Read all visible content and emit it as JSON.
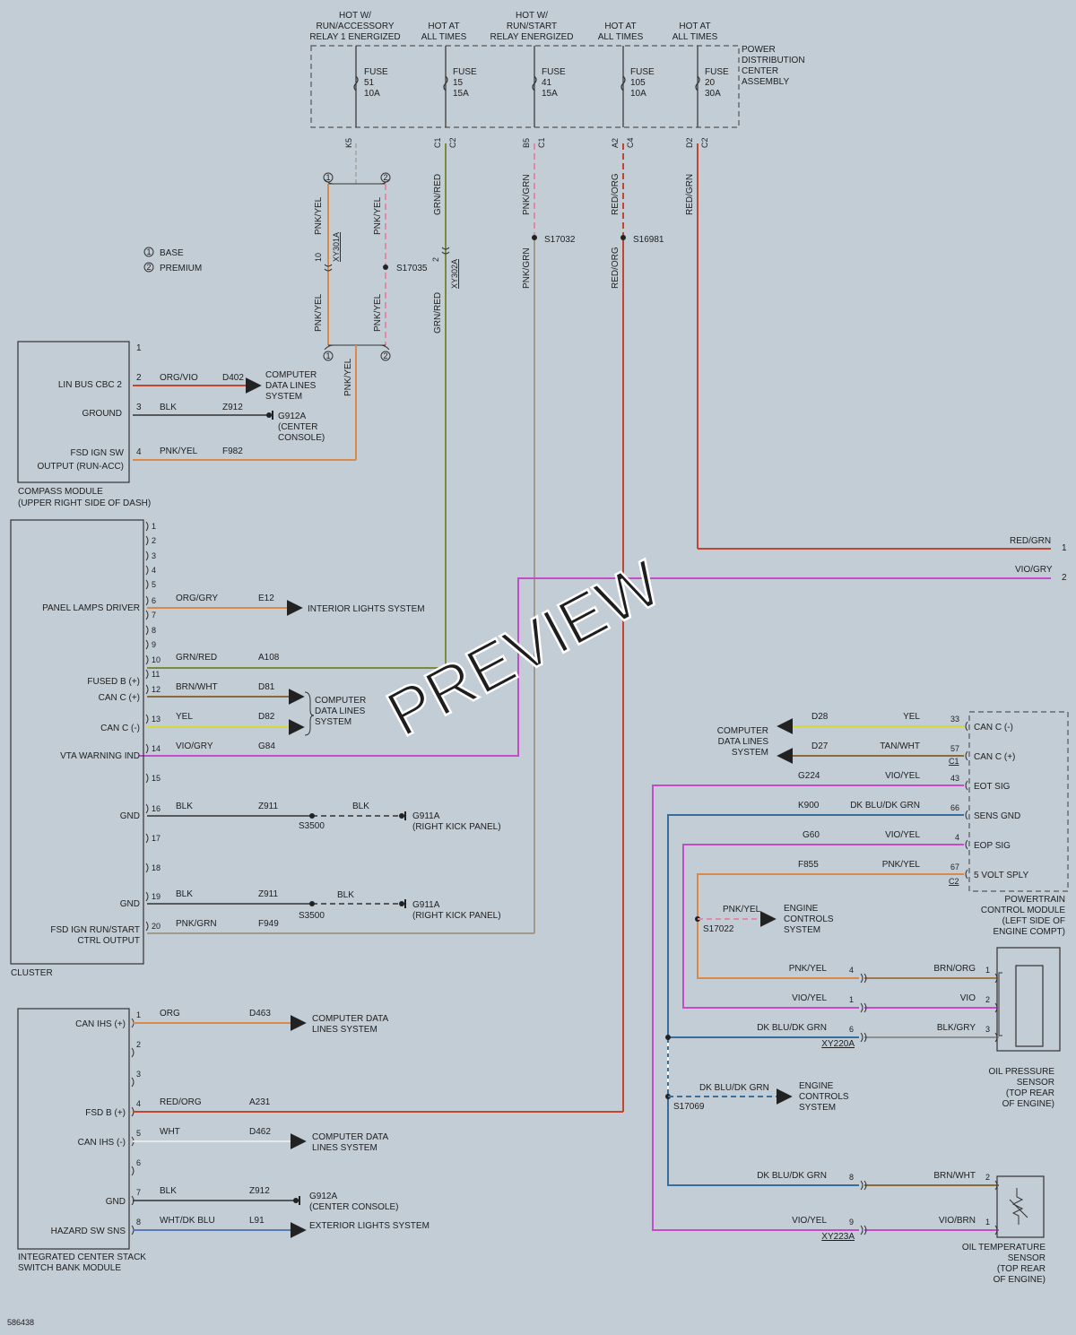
{
  "pdc": {
    "name": [
      "POWER",
      "DISTRIBUTION",
      "CENTER",
      "ASSEMBLY"
    ],
    "fuses": [
      {
        "header": [
          "HOT W/",
          "RUN/ACCESSORY",
          "RELAY 1 ENERGIZED"
        ],
        "label": [
          "FUSE",
          "51",
          "10A"
        ],
        "pins": [
          "K5"
        ]
      },
      {
        "header": [
          "HOT AT",
          "ALL TIMES"
        ],
        "label": [
          "FUSE",
          "15",
          "15A"
        ],
        "pins": [
          "C1",
          "C2"
        ]
      },
      {
        "header": [
          "HOT W/",
          "RUN/START",
          "RELAY ENERGIZED"
        ],
        "label": [
          "FUSE",
          "41",
          "15A"
        ],
        "pins": [
          "B5",
          "C1"
        ]
      },
      {
        "header": [
          "HOT AT",
          "ALL TIMES"
        ],
        "label": [
          "FUSE",
          "105",
          "10A"
        ],
        "pins": [
          "A2",
          "C4"
        ]
      },
      {
        "header": [
          "HOT AT",
          "ALL TIMES"
        ],
        "label": [
          "FUSE",
          "20",
          "30A"
        ],
        "pins": [
          "D2",
          "C2"
        ]
      }
    ]
  },
  "legend": [
    {
      "num": "1",
      "text": "BASE"
    },
    {
      "num": "2",
      "text": "PREMIUM"
    }
  ],
  "vertical_wires": {
    "pnk_yel": "PNK/YEL",
    "grn_red": "GRN/RED",
    "pnk_grn": "PNK/GRN",
    "red_org": "RED/ORG",
    "red_grn": "RED/GRN",
    "xy301a": "XY301A",
    "xy302a": "XY302A",
    "pin10": "10",
    "pin2": "2"
  },
  "splices": {
    "s17035": "S17035",
    "s17032": "S17032",
    "s16981": "S16981",
    "s3500": "S3500",
    "s17022": "S17022",
    "s17069": "S17069"
  },
  "compass": {
    "name": [
      "COMPASS MODULE",
      "(UPPER RIGHT SIDE OF DASH)"
    ],
    "pins": [
      {
        "pin": "1",
        "label": [],
        "color": "",
        "circuit": "",
        "dest": []
      },
      {
        "pin": "2",
        "label": [
          "LIN BUS CBC 2"
        ],
        "color": "ORG/VIO",
        "circuit": "D402",
        "dest": [
          "COMPUTER",
          "DATA LINES",
          "SYSTEM"
        ]
      },
      {
        "pin": "3",
        "label": [
          "GROUND"
        ],
        "color": "BLK",
        "circuit": "Z912",
        "dest": [
          "G912A",
          "(CENTER",
          "CONSOLE)"
        ]
      },
      {
        "pin": "4",
        "label": [
          "FSD IGN SW",
          "OUTPUT (RUN-ACC)"
        ],
        "color": "PNK/YEL",
        "circuit": "F982",
        "dest": []
      }
    ]
  },
  "cluster": {
    "name": "CLUSTER",
    "pins": [
      {
        "pin": "1",
        "label": [],
        "color": "",
        "circuit": ""
      },
      {
        "pin": "2",
        "label": [],
        "color": "",
        "circuit": ""
      },
      {
        "pin": "3",
        "label": [],
        "color": "",
        "circuit": ""
      },
      {
        "pin": "4",
        "label": [],
        "color": "",
        "circuit": ""
      },
      {
        "pin": "5",
        "label": [],
        "color": "",
        "circuit": ""
      },
      {
        "pin": "6",
        "label": [
          "PANEL LAMPS DRIVER"
        ],
        "color": "ORG/GRY",
        "circuit": "E12"
      },
      {
        "pin": "7",
        "label": [],
        "color": "",
        "circuit": ""
      },
      {
        "pin": "8",
        "label": [],
        "color": "",
        "circuit": ""
      },
      {
        "pin": "9",
        "label": [],
        "color": "",
        "circuit": ""
      },
      {
        "pin": "10",
        "label": [],
        "color": "GRN/RED",
        "circuit": "A108"
      },
      {
        "pin": "11",
        "label": [
          "FUSED B (+)"
        ],
        "color": "",
        "circuit": ""
      },
      {
        "pin": "12",
        "label": [
          "CAN C (+)"
        ],
        "color": "BRN/WHT",
        "circuit": "D81"
      },
      {
        "pin": "13",
        "label": [
          "CAN C (-)"
        ],
        "color": "YEL",
        "circuit": "D82"
      },
      {
        "pin": "14",
        "label": [
          "VTA WARNING IND"
        ],
        "color": "VIO/GRY",
        "circuit": "G84"
      },
      {
        "pin": "15",
        "label": [],
        "color": "",
        "circuit": ""
      },
      {
        "pin": "16",
        "label": [
          "GND"
        ],
        "color": "BLK",
        "circuit": "Z911"
      },
      {
        "pin": "17",
        "label": [],
        "color": "",
        "circuit": ""
      },
      {
        "pin": "18",
        "label": [],
        "color": "",
        "circuit": ""
      },
      {
        "pin": "19",
        "label": [
          "GND"
        ],
        "color": "BLK",
        "circuit": "Z911"
      },
      {
        "pin": "20",
        "label": [
          "FSD IGN RUN/START",
          "CTRL OUTPUT"
        ],
        "color": "PNK/GRN",
        "circuit": "F949"
      }
    ],
    "dest_lights": "INTERIOR LIGHTS SYSTEM",
    "dest_can": [
      "COMPUTER",
      "DATA LINES",
      "SYSTEM"
    ],
    "blk": "BLK",
    "g911a": [
      "G911A",
      "(RIGHT KICK PANEL)"
    ]
  },
  "right_outputs": [
    {
      "color": "RED/GRN",
      "pin": "1"
    },
    {
      "color": "VIO/GRY",
      "pin": "2"
    }
  ],
  "pcm": {
    "name": [
      "POWERTRAIN",
      "CONTROL MODULE",
      "(LEFT SIDE OF",
      "ENGINE COMPT)"
    ],
    "dest": [
      "COMPUTER",
      "DATA LINES",
      "SYSTEM"
    ],
    "c1": "C1",
    "c2": "C2",
    "pins": [
      {
        "pin": "33",
        "label": "CAN C (-)",
        "color": "YEL",
        "circuit": "D28"
      },
      {
        "pin": "57",
        "label": "CAN C (+)",
        "color": "TAN/WHT",
        "circuit": "D27"
      },
      {
        "pin": "43",
        "label": "EOT SIG",
        "color": "VIO/YEL",
        "circuit": "G224"
      },
      {
        "pin": "66",
        "label": "SENS GND",
        "color": "DK BLU/DK GRN",
        "circuit": "K900"
      },
      {
        "pin": "4",
        "label": "EOP SIG",
        "color": "VIO/YEL",
        "circuit": "G60"
      },
      {
        "pin": "67",
        "label": "5 VOLT SPLY",
        "color": "PNK/YEL",
        "circuit": "F855"
      }
    ]
  },
  "engine_controls": [
    "ENGINE",
    "CONTROLS",
    "SYSTEM"
  ],
  "splice_wires": {
    "pnk_yel": "PNK/YEL",
    "dk_blu": "DK BLU/DK GRN"
  },
  "oil_pressure": {
    "name": [
      "OIL PRESSURE",
      "SENSOR",
      "(TOP REAR",
      "OF ENGINE)"
    ],
    "connector": "XY220A",
    "rows": [
      {
        "left": "PNK/YEL",
        "lpin": "4",
        "right": "BRN/ORG",
        "rpin": "1"
      },
      {
        "left": "VIO/YEL",
        "lpin": "1",
        "right": "VIO",
        "rpin": "2"
      },
      {
        "left": "DK BLU/DK GRN",
        "lpin": "6",
        "right": "BLK/GRY",
        "rpin": "3"
      }
    ]
  },
  "oil_temp": {
    "name": [
      "OIL TEMPERATURE",
      "SENSOR",
      "(TOP REAR",
      "OF ENGINE)"
    ],
    "connector": "XY223A",
    "rows": [
      {
        "left": "DK BLU/DK GRN",
        "lpin": "8",
        "right": "BRN/WHT",
        "rpin": "2"
      },
      {
        "left": "VIO/YEL",
        "lpin": "9",
        "right": "VIO/BRN",
        "rpin": "1"
      }
    ]
  },
  "icsb": {
    "name": [
      "INTEGRATED CENTER STACK",
      "SWITCH BANK MODULE"
    ],
    "pins": [
      {
        "pin": "1",
        "label": [
          "CAN IHS (+)"
        ],
        "color": "ORG",
        "circuit": "D463",
        "dest": [
          "COMPUTER DATA",
          "LINES SYSTEM"
        ]
      },
      {
        "pin": "2",
        "label": [],
        "color": "",
        "circuit": "",
        "dest": []
      },
      {
        "pin": "3",
        "label": [],
        "color": "",
        "circuit": "",
        "dest": []
      },
      {
        "pin": "4",
        "label": [
          "FSD B (+)"
        ],
        "color": "RED/ORG",
        "circuit": "A231",
        "dest": []
      },
      {
        "pin": "5",
        "label": [
          "CAN IHS (-)"
        ],
        "color": "WHT",
        "circuit": "D462",
        "dest": [
          "COMPUTER DATA",
          "LINES SYSTEM"
        ]
      },
      {
        "pin": "6",
        "label": [],
        "color": "",
        "circuit": "",
        "dest": []
      },
      {
        "pin": "7",
        "label": [
          "GND"
        ],
        "color": "BLK",
        "circuit": "Z912",
        "dest": [
          "G912A",
          "(CENTER CONSOLE)"
        ]
      },
      {
        "pin": "8",
        "label": [
          "HAZARD SW SNS"
        ],
        "color": "WHT/DK BLU",
        "circuit": "L91",
        "dest": [
          "EXTERIOR LIGHTS SYSTEM"
        ]
      }
    ]
  },
  "watermark": "PREVIEW",
  "doc_number": "586438",
  "colors": {
    "orange": "#d98a4a",
    "red": "#c2452f",
    "green": "#7a8a40",
    "magenta": "#c64bc8",
    "yellow": "#d8d83a",
    "brown": "#8a6a3a",
    "black": "#333333",
    "blue": "#3a6e9a",
    "pink": "#e08aa8",
    "grey": "#8f8f8f",
    "white": "#e8e8e8"
  }
}
